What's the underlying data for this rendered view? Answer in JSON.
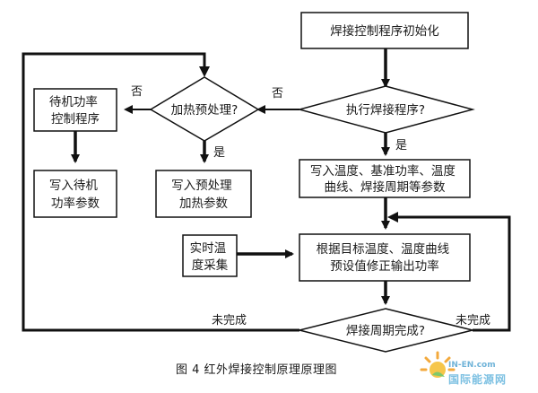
{
  "nodes": {
    "init": "焊接控制程序初始化",
    "execute": "执行焊接程序?",
    "preheat": "加热预处理?",
    "standby_program": [
      "待机功率",
      "控制程序"
    ],
    "write_standby": [
      "写入待机",
      "功率参数"
    ],
    "write_preheat": [
      "写入预处理",
      "加热参数"
    ],
    "write_params": [
      "写入温度、基准功率、温度",
      "曲线、焊接周期等参数"
    ],
    "adjust_power": [
      "根据目标温度、温度曲线",
      "预设值修正输出功率"
    ],
    "realtime_temp": [
      "实时温",
      "度采集"
    ],
    "cycle_done": "焊接周期完成?"
  },
  "edge_labels": {
    "execute_no": "否",
    "preheat_no": "否",
    "preheat_yes": "是",
    "execute_yes": "是",
    "cycle_incomplete_left": "未完成",
    "cycle_incomplete_right": "未完成"
  },
  "caption": "图 4  红外焊接控制原理原理图",
  "watermark": {
    "url": "IN-EN.com",
    "name": "国际能源网"
  }
}
